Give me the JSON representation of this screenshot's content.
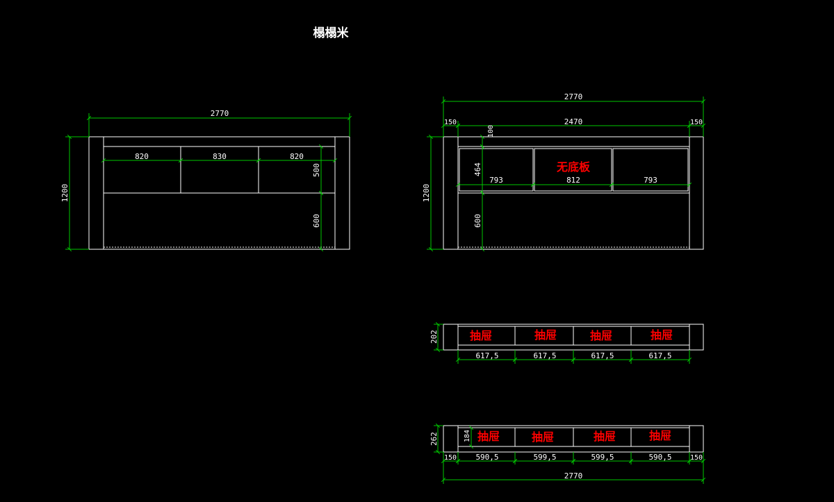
{
  "title": "榻榻米",
  "colors": {
    "background": "#000000",
    "outline": "#ffffff",
    "dimension": "#00c800",
    "label": "#ff0000",
    "dimension_text": "#ffffff"
  },
  "left_elevation": {
    "overall_width": "2770",
    "height": "1200",
    "cell_widths": [
      "820",
      "830",
      "820"
    ],
    "upper_height": "500",
    "lower_height": "600"
  },
  "right_elevation": {
    "overall_width": "2770",
    "side_left": "150",
    "inner_width": "2470",
    "side_right": "150",
    "top_board": "100",
    "upper_height": "464",
    "lower_height": "600",
    "height": "1200",
    "cell_widths": [
      "793",
      "812",
      "793"
    ],
    "note": "无底板"
  },
  "drawer_plan_1": {
    "depth": "202",
    "drawer_labels": [
      "抽屉",
      "抽屉",
      "抽屉",
      "抽屉"
    ],
    "drawer_widths": [
      "617,5",
      "617,5",
      "617,5",
      "617,5"
    ]
  },
  "drawer_plan_2": {
    "depth": "262",
    "inner_depth": "184",
    "drawer_labels": [
      "抽屉",
      "抽屉",
      "抽屉",
      "抽屉"
    ],
    "widths": [
      "150",
      "590,5",
      "599,5",
      "599,5",
      "590,5",
      "150"
    ],
    "overall_width": "2770"
  }
}
